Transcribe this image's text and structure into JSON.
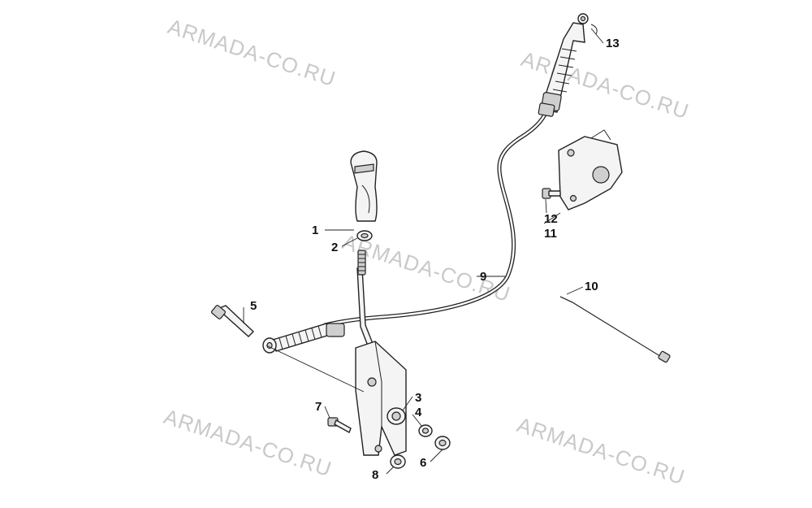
{
  "watermarks": [
    {
      "text": "ARMADA-CO.RU"
    },
    {
      "text": "ARMADA-CO.RU"
    },
    {
      "text": "ARMADA-CO.RU"
    },
    {
      "text": "ARMADA-CO.RU"
    },
    {
      "text": "ARMADA-CO.RU"
    }
  ],
  "callouts": [
    "1",
    "2",
    "3",
    "4",
    "5",
    "6",
    "7",
    "8",
    "9",
    "10",
    "11",
    "12",
    "13"
  ]
}
